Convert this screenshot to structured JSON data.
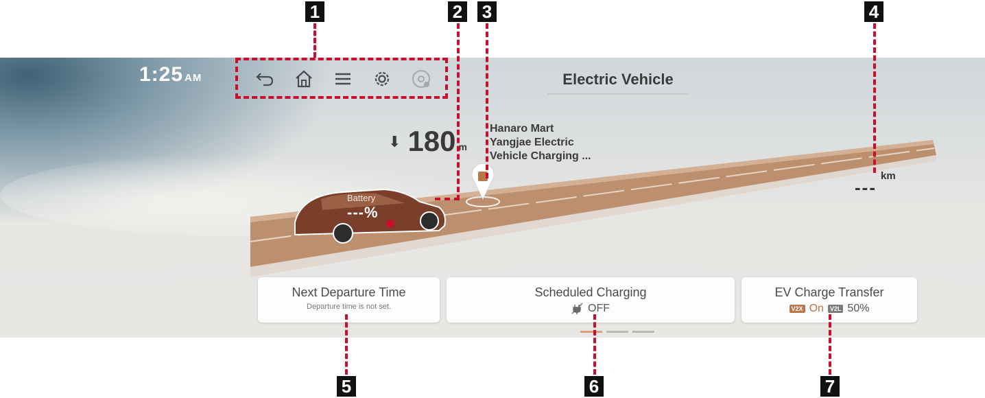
{
  "status_bar": {
    "time": "1:25",
    "ampm": "AM"
  },
  "toolbar": {
    "icons": [
      "back-icon",
      "home-icon",
      "menu-icon",
      "settings-icon",
      "media-icon"
    ]
  },
  "header": {
    "title": "Electric Vehicle"
  },
  "navigation": {
    "distance_value": "180",
    "distance_unit": "m",
    "poi_lines": [
      "Hanaro Mart",
      "Yangjae Electric",
      "Vehicle Charging ..."
    ]
  },
  "vehicle": {
    "battery_label": "Battery",
    "battery_value": "---%"
  },
  "range": {
    "value": "---",
    "unit": "km"
  },
  "cards": {
    "departure": {
      "title": "Next Departure Time",
      "subtitle": "Departure time is not set."
    },
    "scheduled": {
      "title": "Scheduled Charging",
      "status": "OFF"
    },
    "transfer": {
      "title": "EV Charge Transfer",
      "v2x_badge": "V2X",
      "v2x_status": "On",
      "v2l_badge": "V2L",
      "v2l_value": "50%"
    }
  },
  "pager": {
    "pages": 3,
    "active_index": 0
  },
  "callouts": [
    "1",
    "2",
    "3",
    "4",
    "5",
    "6",
    "7"
  ],
  "colors": {
    "road": "#b98b68",
    "accent": "#c8102e",
    "car": "#7a3f2b",
    "badge_v2x": "#b8764a",
    "badge_v2l": "#7a7a7a"
  }
}
